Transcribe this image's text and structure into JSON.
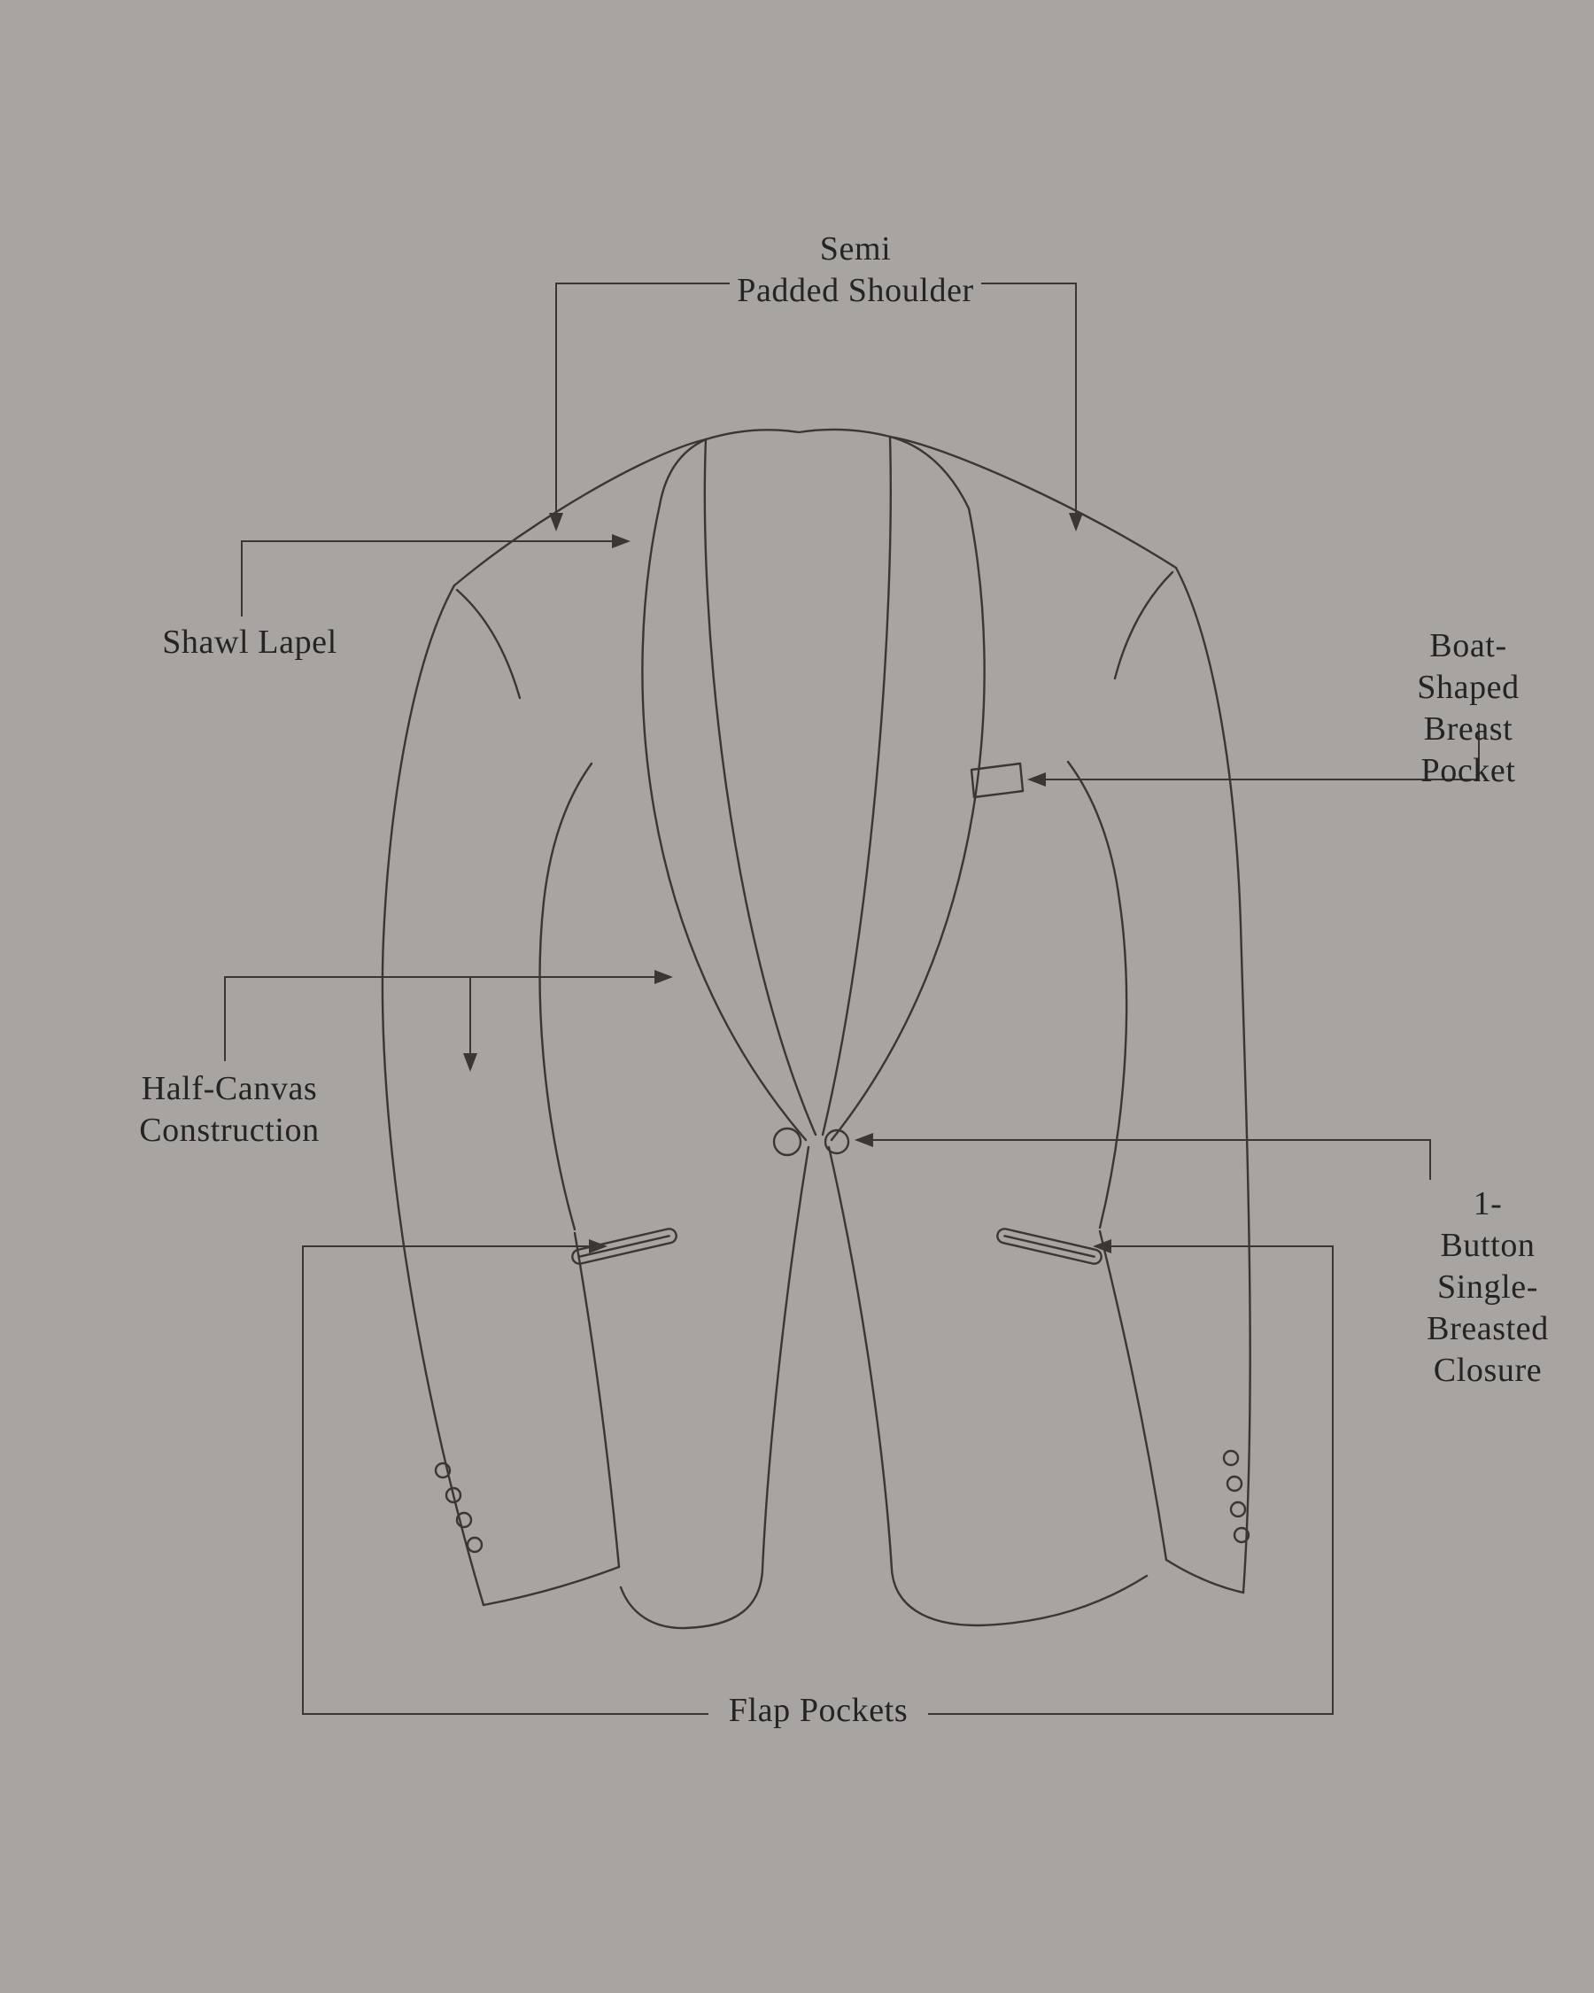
{
  "colors": {
    "bg": "#a7a4a1",
    "line": "#3a3633",
    "text": "#262422"
  },
  "diagram": {
    "subject": "tuxedo-jacket-feature-diagram"
  },
  "labels": {
    "semi_padded_shoulder": "Semi\nPadded Shoulder",
    "shawl_lapel": "Shawl Lapel",
    "boat_breast_pocket": "Boat-Shaped\nBreast Pocket",
    "half_canvas": "Half-Canvas\nConstruction",
    "one_button_closure": "1-Button\nSingle-Breasted\nClosure",
    "flap_pockets": "Flap Pockets"
  }
}
